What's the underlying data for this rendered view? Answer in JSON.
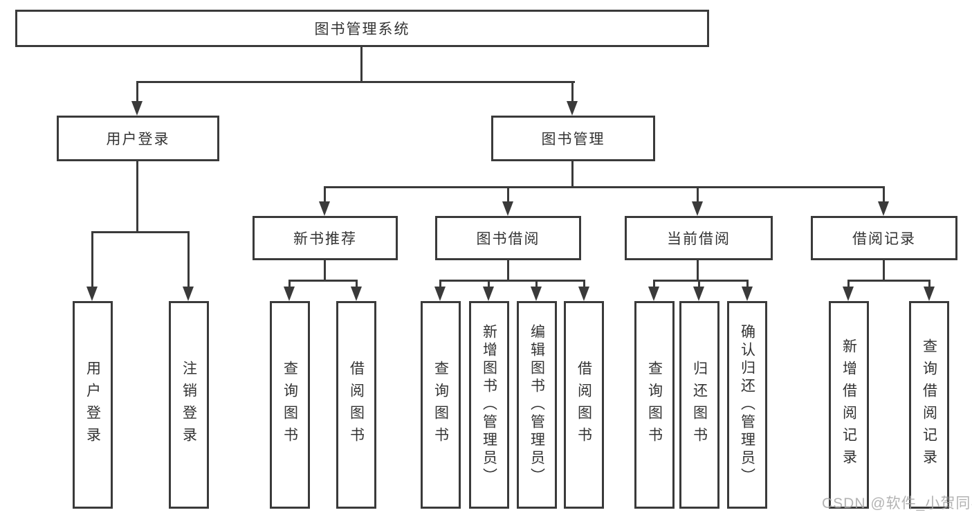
{
  "diagram": {
    "title": "图书管理系统",
    "root": {
      "label": "图书管理系统"
    },
    "level2": [
      {
        "label": "用户登录"
      },
      {
        "label": "图书管理"
      }
    ],
    "level3": [
      {
        "label": "新书推荐"
      },
      {
        "label": "图书借阅"
      },
      {
        "label": "当前借阅"
      },
      {
        "label": "借阅记录"
      }
    ],
    "leaves": {
      "user_login": [
        "用户登录",
        "注销登录"
      ],
      "new_books": [
        "查询图书",
        "借阅图书"
      ],
      "book_borrow": [
        "查询图书",
        "新增图书（管理员）",
        "编辑图书（管理员）",
        "借阅图书"
      ],
      "current_borrow": [
        "查询图书",
        "归还图书",
        "确认归还（管理员）"
      ],
      "borrow_records": [
        "新增借阅记录",
        "查询借阅记录"
      ]
    },
    "colors": {
      "line": "#3a3a3a",
      "text": "#333333",
      "watermark": "#a6a6a6",
      "background": "#ffffff"
    },
    "watermark": "CSDN @软件_小贺同学"
  }
}
